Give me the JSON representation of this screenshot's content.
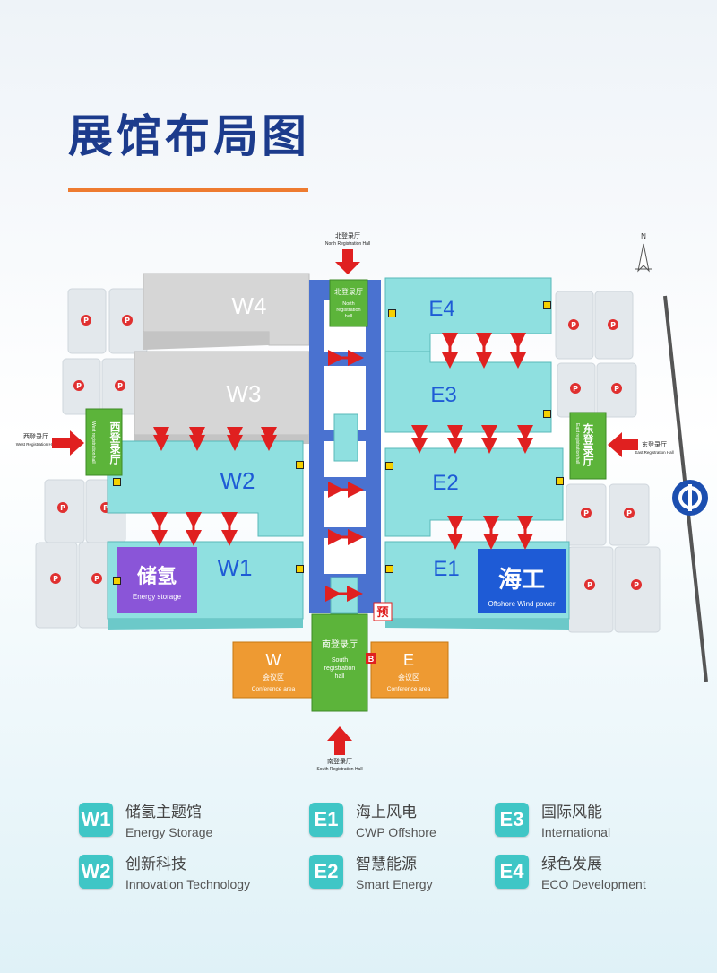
{
  "title": "展馆布局图",
  "colors": {
    "title": "#1c3b8c",
    "accent_rule": "#ee7b30",
    "hall_teal": "#8fe0e0",
    "hall_gray": "#d4d4d4",
    "corridor_blue": "#4a72d0",
    "registration_green": "#5cb43a",
    "conference_orange": "#ee9a32",
    "theme_purple": "#8a55d8",
    "theme_blue": "#1e5bd6",
    "arrow_red": "#e02020",
    "parking_red": "#e03030",
    "legend_badge": "#3fc6c6"
  },
  "map": {
    "north_arrow": "N",
    "halls": {
      "w4": "W4",
      "w3": "W3",
      "w2": "W2",
      "w1": "W1",
      "e4": "E4",
      "e3": "E3",
      "e2": "E2",
      "e1": "E1"
    },
    "themes": {
      "w1_cn": "储氢",
      "w1_en": "Energy storage",
      "e1_cn": "海工",
      "e1_en": "Offshore Wind power"
    },
    "registration": {
      "north_cn": "北登录厅",
      "north_en": "North Registration Hall",
      "north_box_cn": "北登录厅",
      "north_box_en1": "North",
      "north_box_en2": "registration",
      "north_box_en3": "hall",
      "south_cn": "南登录厅",
      "south_en": "South Registration Hall",
      "south_box_cn": "南登录厅",
      "south_box_en1": "South",
      "south_box_en2": "registration",
      "south_box_en3": "hall",
      "west_cn": "西登录厅",
      "west_en": "West Registration Hall",
      "west_box_cn": "西登录厅",
      "west_box_en": "West registration hall",
      "east_cn": "东登录厅",
      "east_en": "East Registration Hall",
      "east_box_cn": "东登录厅",
      "east_box_en": "East registration hall"
    },
    "conference": {
      "w_letter": "W",
      "w_cn": "会议区",
      "w_en": "Conference area",
      "e_letter": "E",
      "e_cn": "会议区",
      "e_en": "Conference area"
    },
    "markers": {
      "parking": "P",
      "reservation": "预",
      "b_sign": "B"
    }
  },
  "legend": [
    {
      "code": "W1",
      "cn": "储氢主题馆",
      "en": "Energy Storage"
    },
    {
      "code": "E1",
      "cn": "海上风电",
      "en": "CWP Offshore"
    },
    {
      "code": "E3",
      "cn": "国际风能",
      "en": "International"
    },
    {
      "code": "W2",
      "cn": "创新科技",
      "en": "Innovation Technology"
    },
    {
      "code": "E2",
      "cn": "智慧能源",
      "en": "Smart Energy"
    },
    {
      "code": "E4",
      "cn": "绿色发展",
      "en": "ECO Development"
    }
  ]
}
